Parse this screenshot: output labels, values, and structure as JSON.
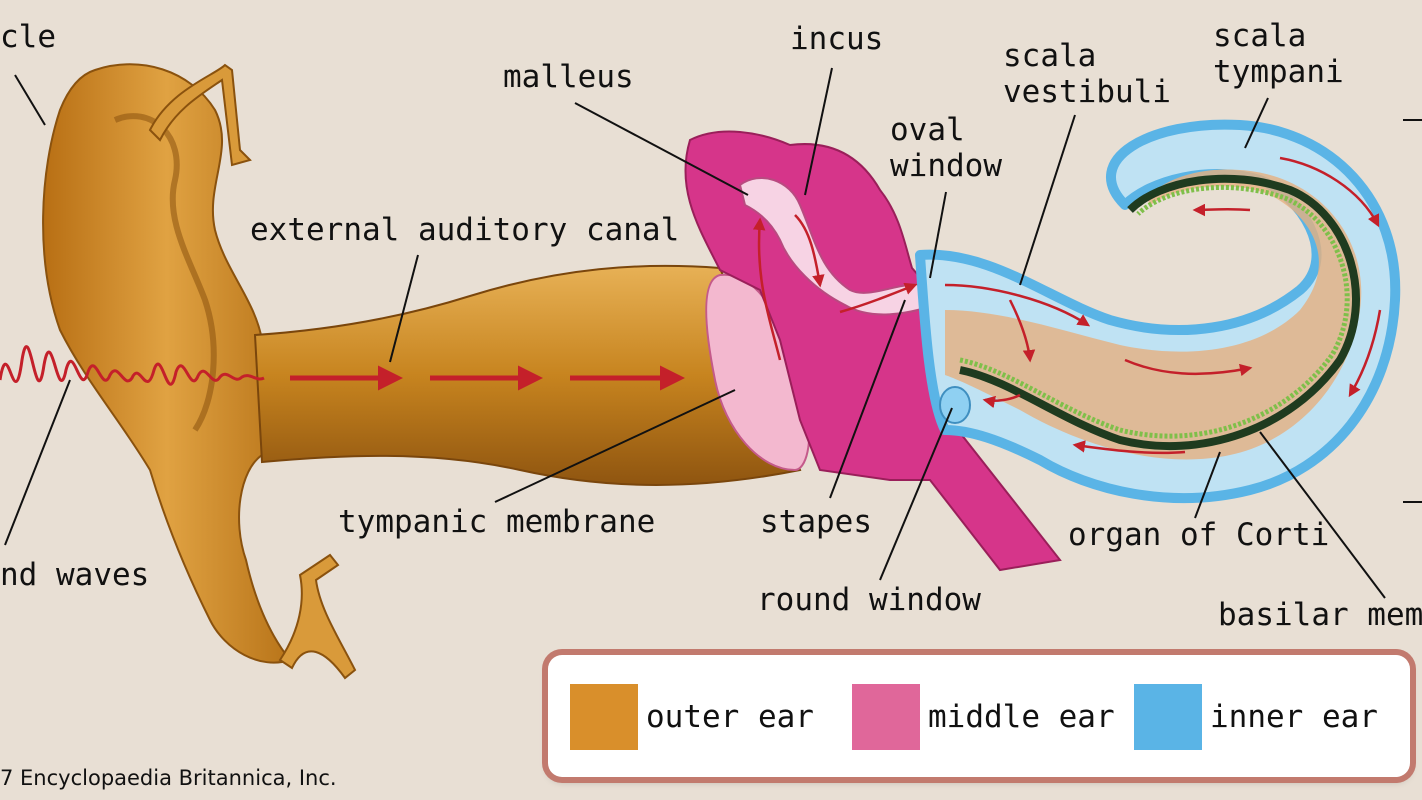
{
  "labels": {
    "auricle": "cle",
    "malleus": "malleus",
    "incus": "incus",
    "scala_vestibuli": [
      "scala",
      "vestibuli"
    ],
    "scala_tympani": [
      "scala",
      "tympani"
    ],
    "oval_window": [
      "oval",
      "window"
    ],
    "external_auditory_canal": "external auditory canal",
    "sound_waves": "nd waves",
    "tympanic_membrane": "tympanic membrane",
    "stapes": "stapes",
    "round_window": "round window",
    "organ_of_corti": "organ of Corti",
    "basilar_membrane": "basilar mem"
  },
  "legend": {
    "items": [
      {
        "label": "outer ear",
        "color": "#d98f2b"
      },
      {
        "label": "middle ear",
        "color": "#e0679a"
      },
      {
        "label": "inner ear",
        "color": "#5ab4e6"
      }
    ]
  },
  "copyright": "7 Encyclopaedia Britannica, Inc.",
  "colors": {
    "background": "#e8dfd4",
    "outer_ear": "#c9851f",
    "middle_ear": "#d6358a",
    "inner_ear_outline": "#5ab4e6",
    "inner_ear_fill": "#bfe2f3",
    "arrows": "#c4202a"
  }
}
